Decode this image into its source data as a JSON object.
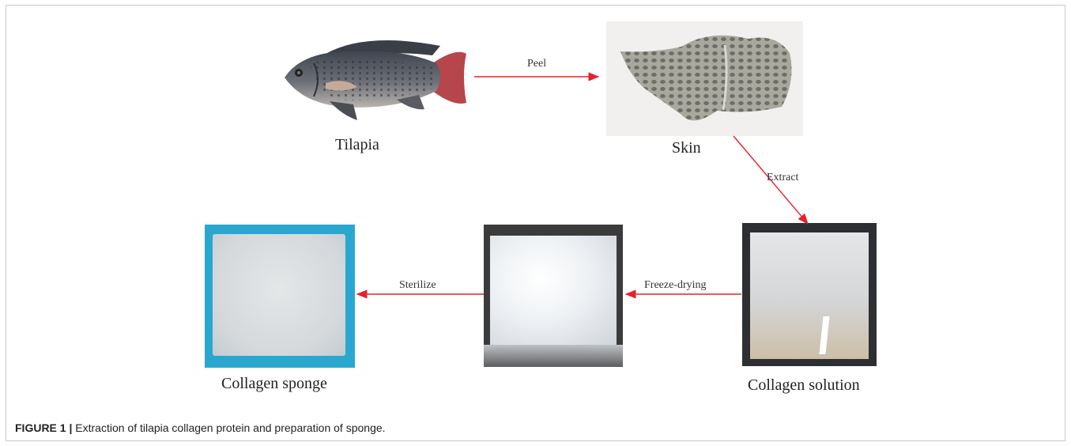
{
  "figure": {
    "caption_label": "FIGURE 1 |",
    "caption_text": " Extraction of tilapia collagen protein and preparation of sponge."
  },
  "nodes": {
    "tilapia": "Tilapia",
    "skin": "Skin",
    "collagen_solution": "Collagen solution",
    "collagen_sponge": "Collagen sponge"
  },
  "edges": {
    "peel": "Peel",
    "extract": "Extract",
    "freeze_drying": "Freeze-drying",
    "sterilize": "Sterilize"
  },
  "colors": {
    "arrow": "#e8212a",
    "sponge_bg": "#2aa7cf"
  }
}
